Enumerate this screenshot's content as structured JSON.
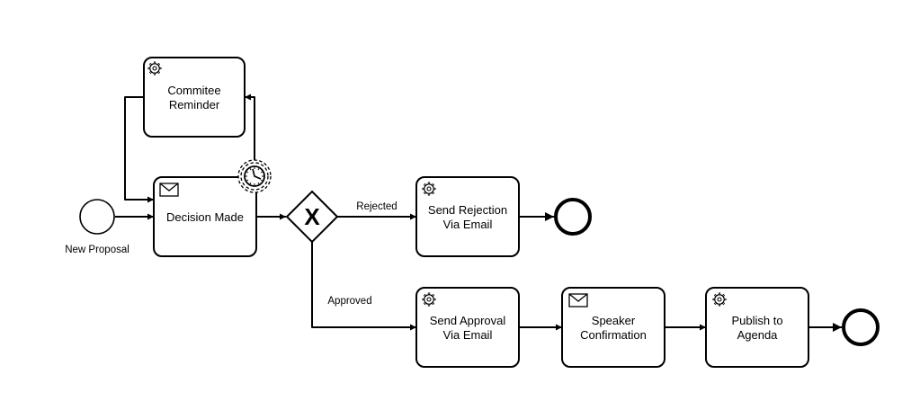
{
  "events": {
    "start": {
      "label": "New Proposal"
    }
  },
  "tasks": {
    "committee_reminder": {
      "lines": [
        "Commitee",
        "Reminder"
      ],
      "icon": "gear-icon"
    },
    "decision_made": {
      "lines": [
        "Decision Made"
      ],
      "icon": "envelope-icon"
    },
    "send_rejection": {
      "lines": [
        "Send Rejection",
        "Via Email"
      ],
      "icon": "gear-icon"
    },
    "send_approval": {
      "lines": [
        "Send Approval",
        "Via Email"
      ],
      "icon": "gear-icon"
    },
    "speaker_confirmation": {
      "lines": [
        "Speaker",
        "Confirmation"
      ],
      "icon": "envelope-icon"
    },
    "publish_agenda": {
      "lines": [
        "Publish to",
        "Agenda"
      ],
      "icon": "gear-icon"
    }
  },
  "gateway": {
    "type": "exclusive",
    "symbol": "X"
  },
  "boundary_event": {
    "type": "timer",
    "icon": "clock-icon"
  },
  "flows": {
    "rejected_label": "Rejected",
    "approved_label": "Approved"
  }
}
